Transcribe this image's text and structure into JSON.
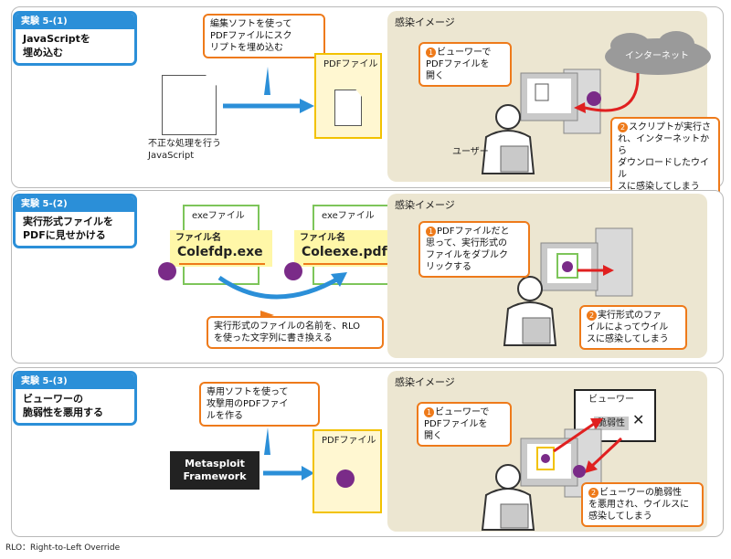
{
  "panels": [
    {
      "tag": "実験",
      "id": "5-(1)",
      "title_lines": [
        "JavaScriptを",
        "埋め込む"
      ],
      "callout": [
        "編集ソフトを使って",
        "PDFファイルにスク",
        "リプトを埋め込む"
      ],
      "file_label": "PDFファイル",
      "source_caption": [
        "不正な処理を行う",
        "JavaScript"
      ],
      "infect_title": "感染イメージ",
      "cloud": "インターネット",
      "user": "ユーザー",
      "step1": [
        "ビューワーで",
        "PDFファイルを",
        "開く"
      ],
      "step2": [
        "スクリプトが実行さ",
        "れ、インターネットから",
        "ダウンロードしたウイル",
        "スに感染してしまう"
      ]
    },
    {
      "tag": "実験",
      "id": "5-(2)",
      "title_lines": [
        "実行形式ファイルを",
        "PDFに見せかける"
      ],
      "exe_label": "exeファイル",
      "name_label": "ファイル名",
      "name_left": "Colefdp.exe",
      "name_right": "Coleexe.pdf",
      "callout": [
        "実行形式のファイルの名前を、RLO",
        "を使った文字列に書き換える"
      ],
      "infect_title": "感染イメージ",
      "step1": [
        "PDFファイルだと",
        "思って、実行形式の",
        "ファイルをダブルク",
        "リックする"
      ],
      "step2": [
        "実行形式のファ",
        "イルによってウイル",
        "スに感染してしまう"
      ]
    },
    {
      "tag": "実験",
      "id": "5-(3)",
      "title_lines": [
        "ビューワーの",
        "脆弱性を悪用する"
      ],
      "callout": [
        "専用ソフトを使って",
        "攻撃用のPDFファイ",
        "ルを作る"
      ],
      "tool": [
        "Metasploit",
        "Framework"
      ],
      "file_label": "PDFファイル",
      "infect_title": "感染イメージ",
      "viewer": "ビューワー",
      "vuln": "脆弱性",
      "step1": [
        "ビューワーで",
        "PDFファイルを",
        "開く"
      ],
      "step2": [
        "ビューワーの脆弱性",
        "を悪用され、ウイルスに",
        "感染してしまう"
      ]
    }
  ],
  "footnote": "RLO：Right-to-Left Override",
  "colors": {
    "blue": "#2b8fd8",
    "orange": "#ee7a1a",
    "red": "#e02020",
    "beige": "#ece6d1",
    "yellow": "#f2c200",
    "green": "#7dc55a",
    "purple": "#7a2b88"
  }
}
